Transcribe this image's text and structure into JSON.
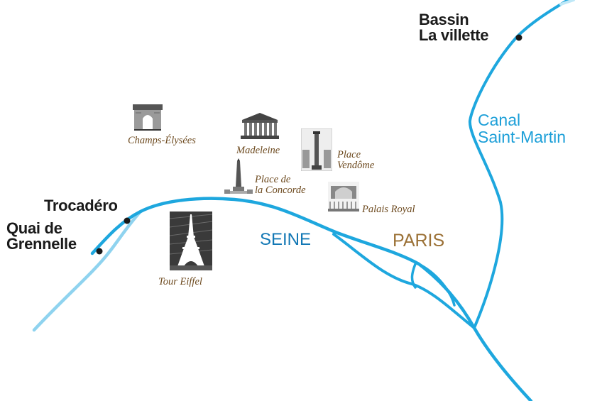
{
  "colors": {
    "water": "#1ea7de",
    "water_light": "#bfe8f7",
    "stop_dot": "#1a1a1a",
    "landmark_text": "#6d4a1f",
    "paris_text": "#9b7136",
    "seine_text": "#1378b5",
    "canal_text": "#1c9fd8"
  },
  "stops": {
    "bassin": "Bassin\nLa villette",
    "trocadero": "Trocadéro",
    "quai": "Quai de\nGrennelle"
  },
  "waterways": {
    "canal": "Canal\nSaint-Martin",
    "seine": "SEINE"
  },
  "city": "PARIS",
  "landmarks": {
    "champs": {
      "label": "Champs-Élysées",
      "icon": "arc-de-triomphe-icon"
    },
    "madeleine": {
      "label": "Madeleine",
      "icon": "madeleine-temple-icon"
    },
    "vendome": {
      "label": "Place\nVendôme",
      "icon": "vendome-column-icon"
    },
    "concorde": {
      "label": "Place de\nla Concorde",
      "icon": "obelisk-icon"
    },
    "palais": {
      "label": "Palais Royal",
      "icon": "palais-royal-icon"
    },
    "eiffel": {
      "label": "Tour Eiffel",
      "icon": "eiffel-tower-icon"
    }
  }
}
